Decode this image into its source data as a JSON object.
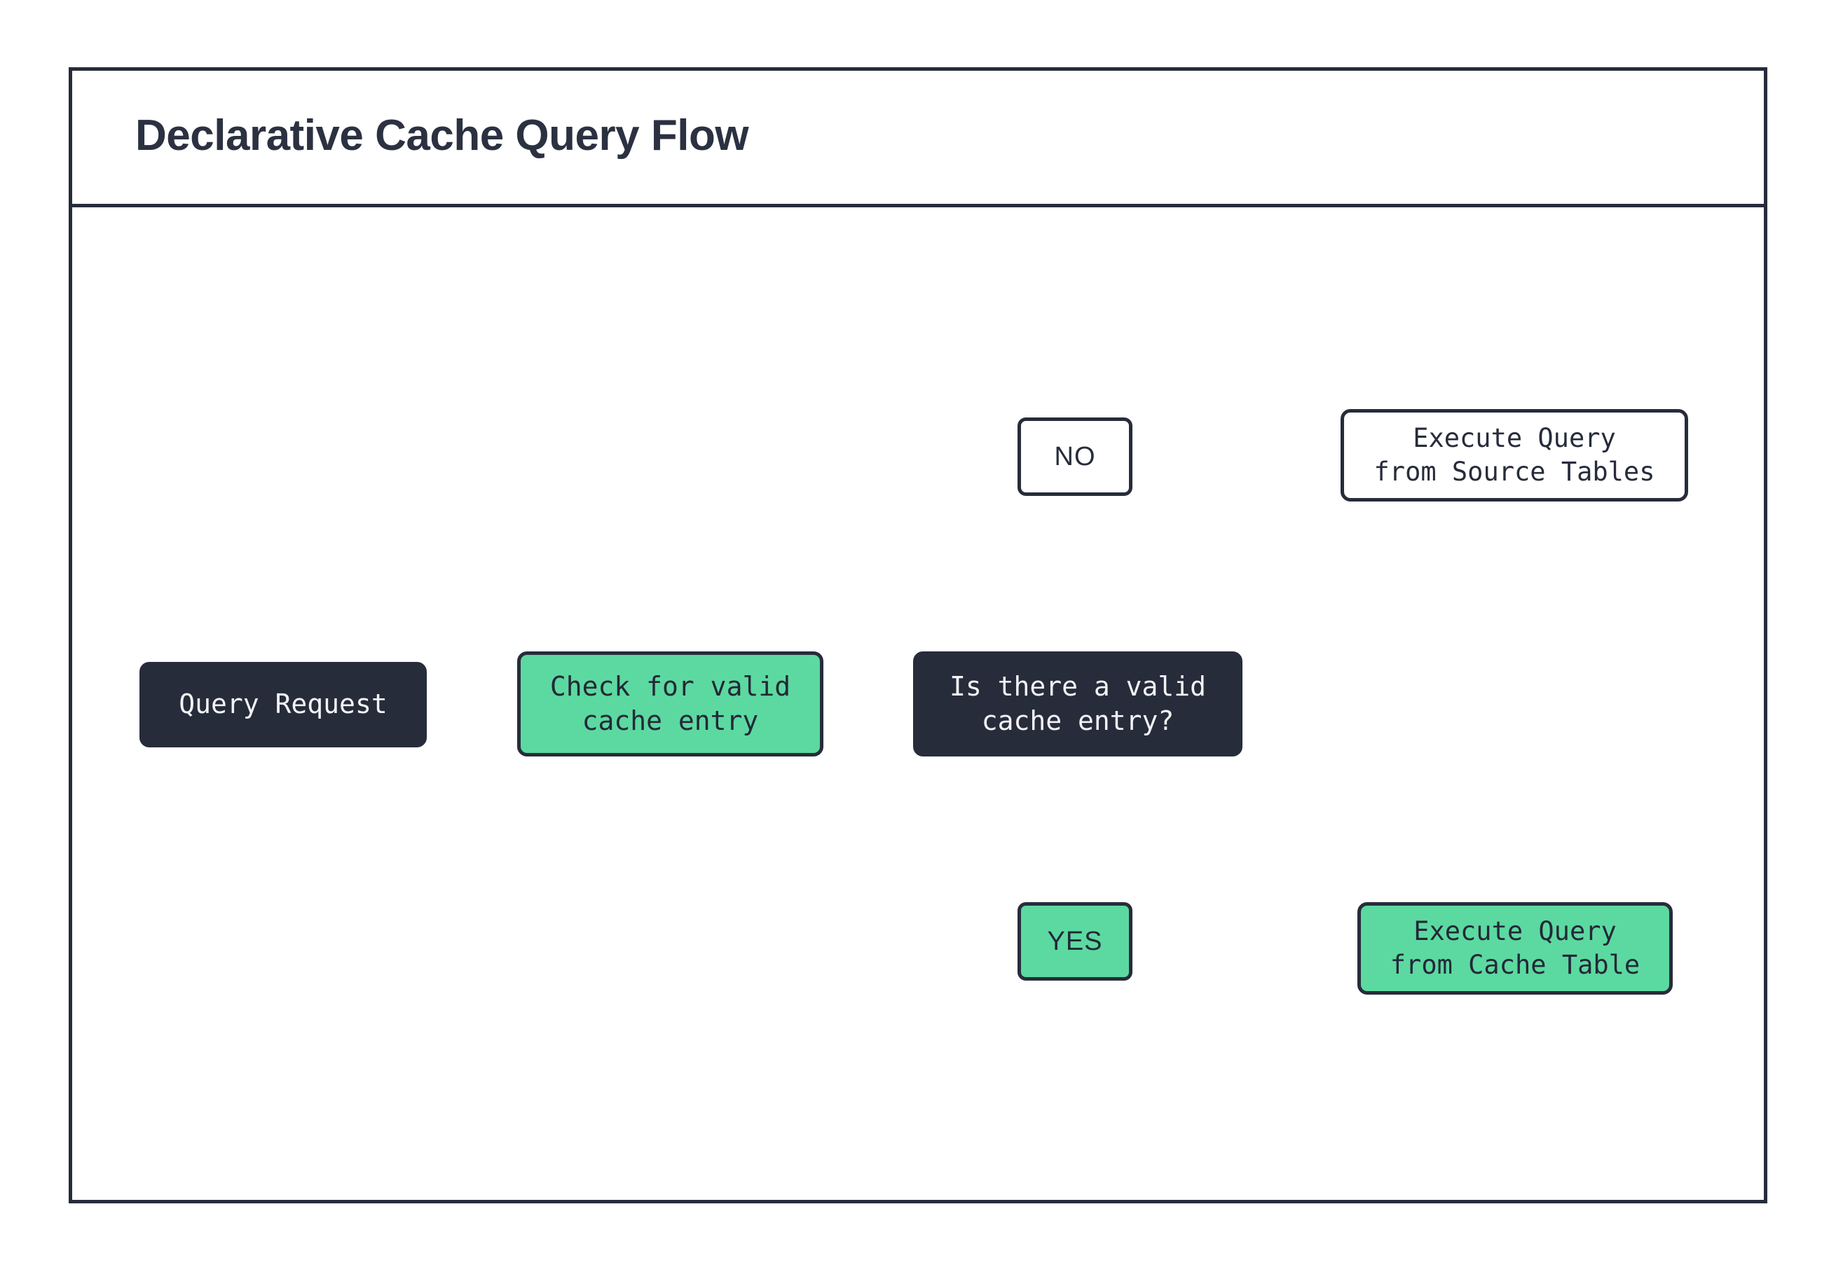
{
  "frame": {
    "title": "Declarative Cache Query Flow"
  },
  "theme": {
    "dark": "#272c3b",
    "green": "#5cd9a0",
    "white": "#ffffff",
    "stroke": "#272c3b",
    "title_color": "#2b3141"
  },
  "nodes": [
    {
      "id": "query-request",
      "label": "Query Request",
      "style": "dark",
      "shape": "rounded-rect"
    },
    {
      "id": "check-cache",
      "label": "Check for valid\ncache entry",
      "style": "green",
      "shape": "rounded-rect"
    },
    {
      "id": "decision",
      "label": "Is there a valid\ncache entry?",
      "style": "dark",
      "shape": "rounded-rect"
    }
  ],
  "branches": [
    {
      "id": "no",
      "label": "NO",
      "style": "white"
    },
    {
      "id": "yes",
      "label": "YES",
      "style": "green"
    }
  ],
  "datastores": [
    {
      "id": "source-tables",
      "label": "Execute Query\nfrom Source Tables",
      "style": "white",
      "shape": "cylinder",
      "icon": "database-cylinder-icon"
    },
    {
      "id": "cache-table",
      "label": "Execute Query\nfrom Cache Table",
      "style": "green",
      "shape": "cylinder",
      "icon": "database-cylinder-icon"
    }
  ],
  "edges": [
    {
      "from": "query-request",
      "to": "check-cache",
      "label": ""
    },
    {
      "from": "check-cache",
      "to": "decision",
      "label": ""
    },
    {
      "from": "decision",
      "to": "no",
      "label": "NO"
    },
    {
      "from": "no",
      "to": "source-tables",
      "label": ""
    },
    {
      "from": "decision",
      "to": "yes",
      "label": "YES"
    },
    {
      "from": "yes",
      "to": "cache-table",
      "label": ""
    }
  ]
}
